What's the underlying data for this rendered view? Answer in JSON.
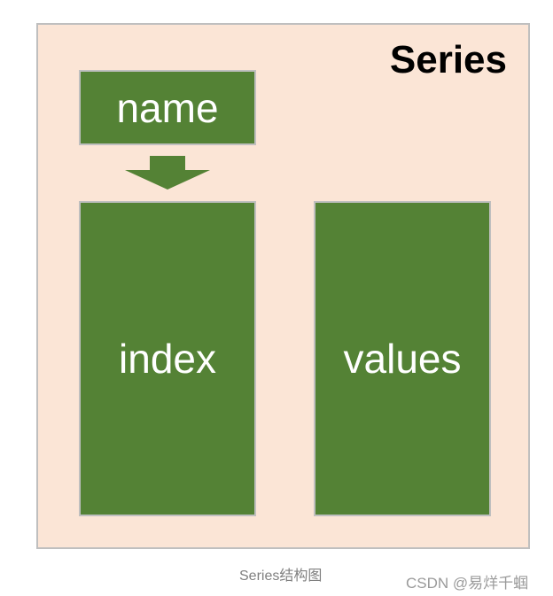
{
  "diagram": {
    "title": "Series",
    "boxes": {
      "name": "name",
      "index": "index",
      "values": "values"
    },
    "caption": "Series结构图",
    "watermark": "CSDN @易烊千蝈",
    "colors": {
      "frame_background": "#fbe5d6",
      "frame_border": "#bfbfbf",
      "box_fill": "#548235",
      "box_text": "#ffffff",
      "title_text": "#000000",
      "caption_text": "#808080"
    }
  }
}
